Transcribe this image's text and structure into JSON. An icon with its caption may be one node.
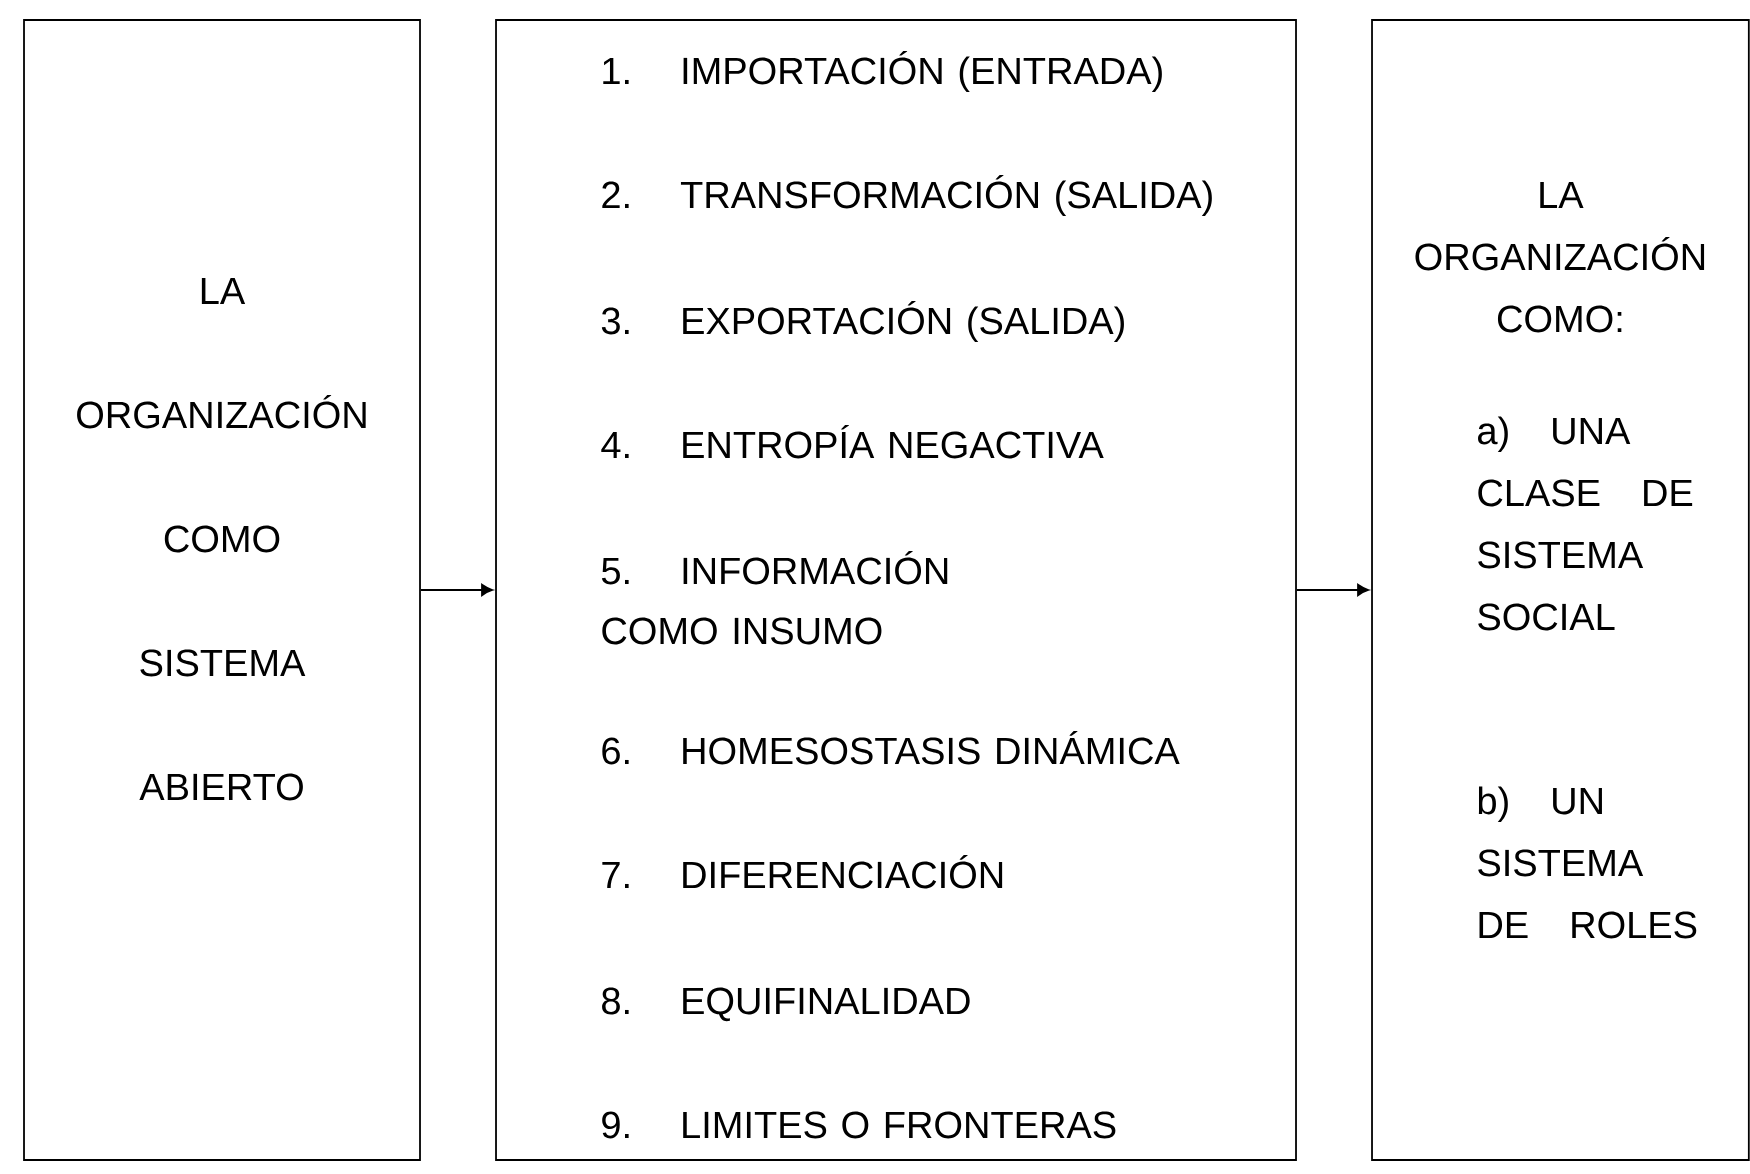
{
  "diagram": {
    "nodes": [
      {
        "text": [
          "LA ORGANIZACIÓN COMO SISTEMA ABIERTO"
        ]
      },
      {
        "text": [
          "1. IMPORTACIÓN (ENTRADA)",
          "2. TRANSFORMACIÓN (SALIDA)",
          "3. EXPORTACIÓN (SALIDA)",
          "4. ENTROPÍA NEGACTIVA",
          "5. INFORMACIÓN COMO INSUMO",
          "6. HOMESOSTASIS DINÁMICA",
          "7. DIFERENCIACIÓN",
          "8. EQUIFINALIDAD",
          "9. LIMITES O FRONTERAS"
        ]
      },
      {
        "text": [
          "LA ORGANIZACIÓN COMO:",
          "a) UNA CLASE DE SISTEMA SOCIAL",
          "b) UN SISTEMA DE ROLES"
        ]
      }
    ],
    "edges": [
      {
        "from": 0,
        "to": 1,
        "arrow": "to"
      },
      {
        "from": 1,
        "to": 2,
        "arrow": "to"
      }
    ]
  }
}
